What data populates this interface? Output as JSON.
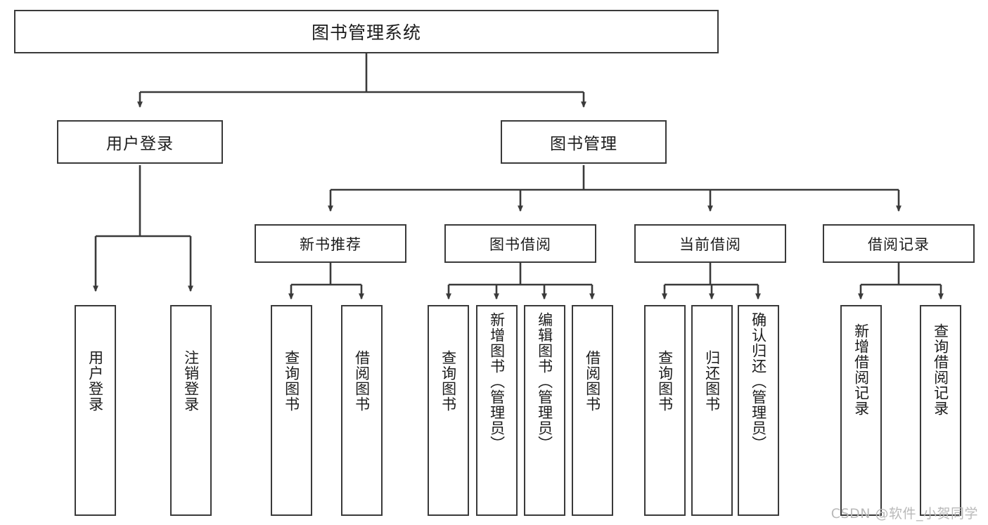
{
  "diagram": {
    "type": "tree-hierarchy",
    "title": "图书管理系统",
    "background": "#ffffff",
    "line_color": "#3a3a3a",
    "box_fill": "#ffffff",
    "watermark": "CSDN @软件_小贺同学"
  },
  "root": {
    "label": "图书管理系统"
  },
  "level1": [
    {
      "label": "用户登录"
    },
    {
      "label": "图书管理"
    }
  ],
  "level2": [
    {
      "label": "新书推荐"
    },
    {
      "label": "图书借阅"
    },
    {
      "label": "当前借阅"
    },
    {
      "label": "借阅记录"
    }
  ],
  "leaves": {
    "user_login": [
      {
        "label": "用户登录"
      },
      {
        "label": "注销登录"
      }
    ],
    "new_book_recommend": [
      {
        "label": "查询图书"
      },
      {
        "label": "借阅图书"
      }
    ],
    "book_borrow": [
      {
        "label": "查询图书"
      },
      {
        "label": "新增图书（管理员）"
      },
      {
        "label": "编辑图书（管理员）"
      },
      {
        "label": "借阅图书"
      }
    ],
    "current_borrow": [
      {
        "label": "查询图书"
      },
      {
        "label": "归还图书"
      },
      {
        "label": "确认归还（管理员）"
      }
    ],
    "borrow_record": [
      {
        "label": "新增借阅记录"
      },
      {
        "label": "查询借阅记录"
      }
    ]
  }
}
